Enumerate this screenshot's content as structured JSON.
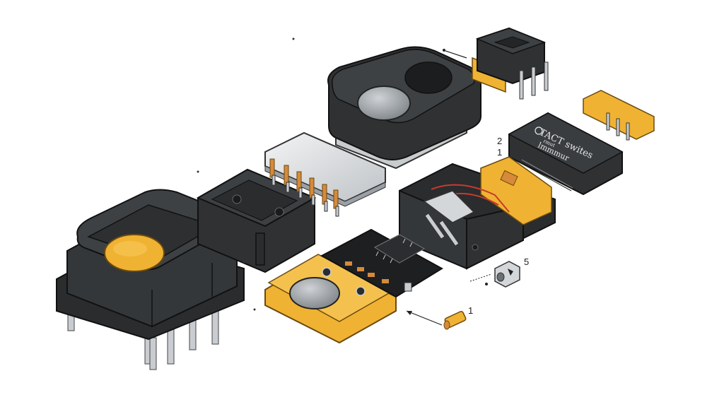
{
  "diagram": {
    "callouts": [
      {
        "id": "c1",
        "text": "1"
      },
      {
        "id": "c2",
        "text": "2"
      },
      {
        "id": "c3",
        "text": "1"
      },
      {
        "id": "c5",
        "text": "5"
      }
    ],
    "lid_label": {
      "line1": "TACT swites",
      "line2": "rmut",
      "line3": "lmmmur"
    }
  },
  "colors": {
    "body_dark": "#2f3133",
    "body_top": "#3e4144",
    "accent_yellow": "#f0b232",
    "metal": "#d4d7da",
    "pcb": "#1e1f21",
    "pin": "#c9cdd1",
    "copper": "#d68a3a",
    "wire_red": "#c83a2f"
  }
}
